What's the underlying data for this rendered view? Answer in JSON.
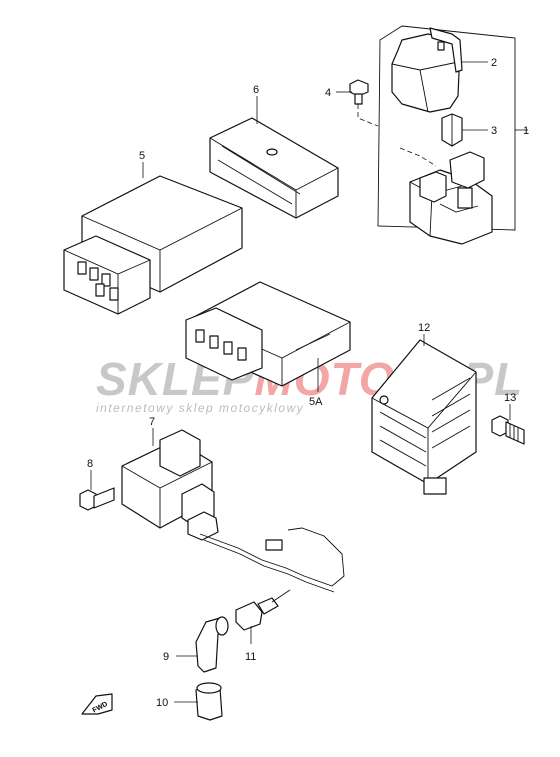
{
  "callouts": {
    "c1": "1",
    "c2": "2",
    "c3": "3",
    "c4": "4",
    "c5": "5",
    "c5a": "5A",
    "c6": "6",
    "c7": "7",
    "c8": "8",
    "c9": "9",
    "c10": "10",
    "c11": "11",
    "c12": "12",
    "c13": "13"
  },
  "watermark": {
    "part1": "SKLEP",
    "part2": "MOTO",
    "part3": "46.PL",
    "tagline": "internetowy sklep motocyklowy",
    "color_gray": "#c8c8c8",
    "color_red": "#f2a6a6"
  },
  "direction_arrow": {
    "text": "FWD",
    "icon": "fwd-arrow-icon"
  }
}
